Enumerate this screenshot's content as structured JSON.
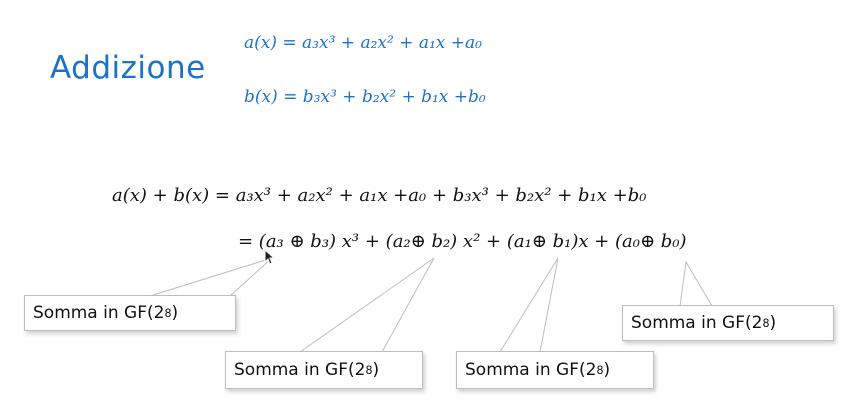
{
  "title": "Addizione",
  "definitions": {
    "a_def": "a(x) = a₃x³ + a₂x² + a₁x +a₀",
    "b_def": "b(x) =  b₃x³ + b₂x² + b₁x +b₀"
  },
  "equation": {
    "line1": "a(x) + b(x) = a₃x³ + a₂x² + a₁x +a₀ + b₃x³ + b₂x² + b₁x +b₀",
    "line2": "= (a₃ ⊕ b₃) x³ + (a₂⊕ b₂) x² + (a₁⊕ b₁)x + (a₀⊕ b₀)"
  },
  "callouts": [
    {
      "text": "Somma in GF(2",
      "exp": "8",
      "close": ")"
    },
    {
      "text": "Somma in GF(2",
      "exp": "8",
      "close": ")"
    },
    {
      "text": "Somma in GF(2",
      "exp": "8",
      "close": ")"
    },
    {
      "text": "Somma in GF(2",
      "exp": "8",
      "close": ")"
    }
  ],
  "colors": {
    "accent": "#1a73c8",
    "text": "#111111"
  }
}
